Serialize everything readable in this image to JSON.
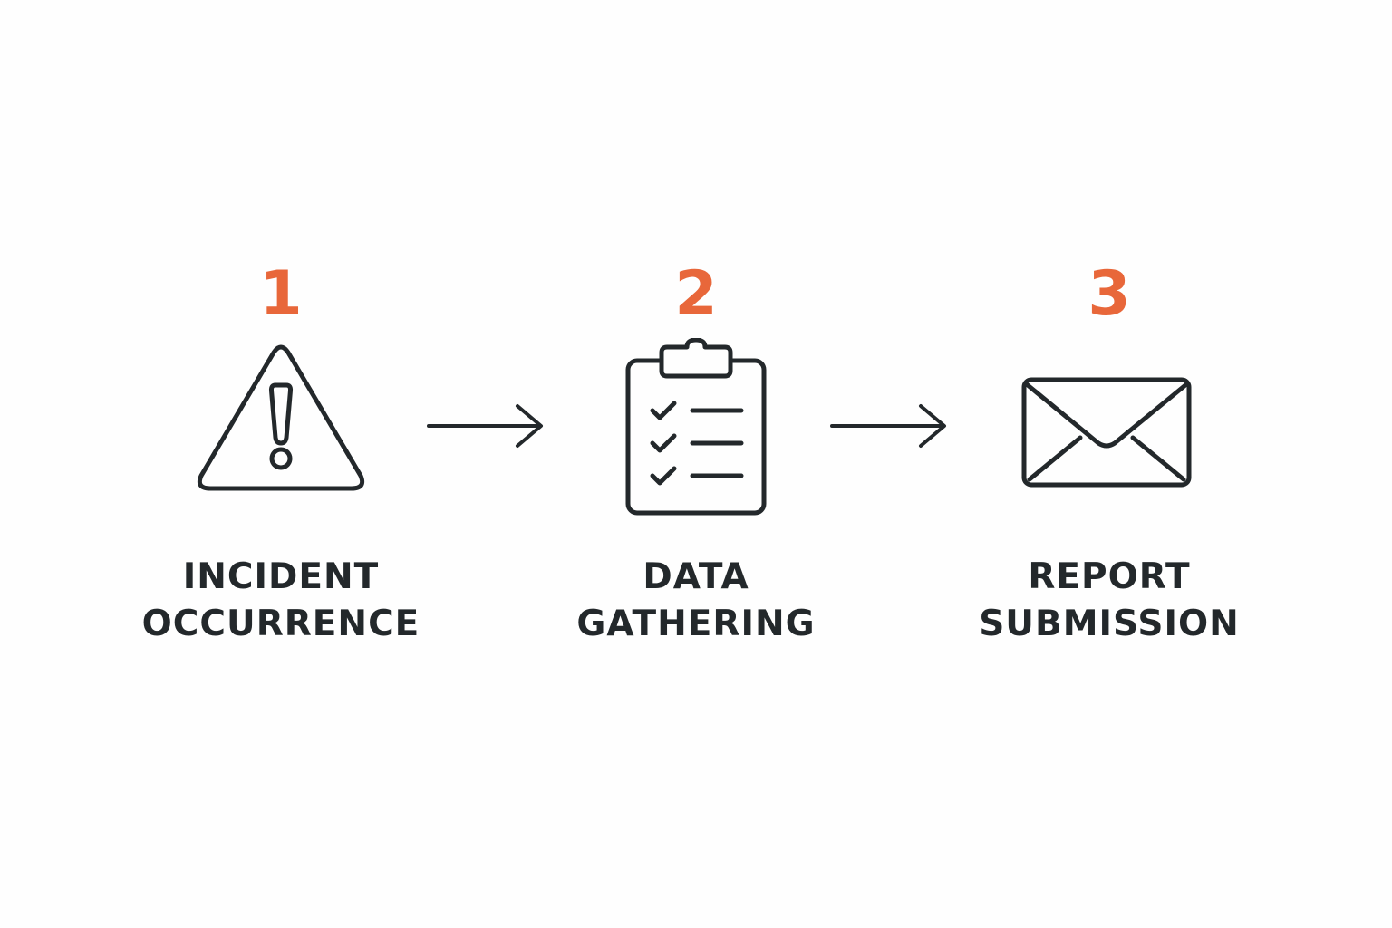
{
  "colors": {
    "accent": "#E8673A",
    "ink": "#23282B",
    "background": "#FEFEFE"
  },
  "steps": [
    {
      "number": "1",
      "icon": "warning-triangle-icon",
      "label_lines": [
        "INCIDENT",
        "OCCURRENCE"
      ]
    },
    {
      "number": "2",
      "icon": "clipboard-checklist-icon",
      "label_lines": [
        "DATA",
        "GATHERING"
      ]
    },
    {
      "number": "3",
      "icon": "envelope-icon",
      "label_lines": [
        "REPORT",
        "SUBMISSION"
      ]
    }
  ],
  "connectors": [
    {
      "icon": "arrow-right-icon"
    },
    {
      "icon": "arrow-right-icon"
    }
  ]
}
